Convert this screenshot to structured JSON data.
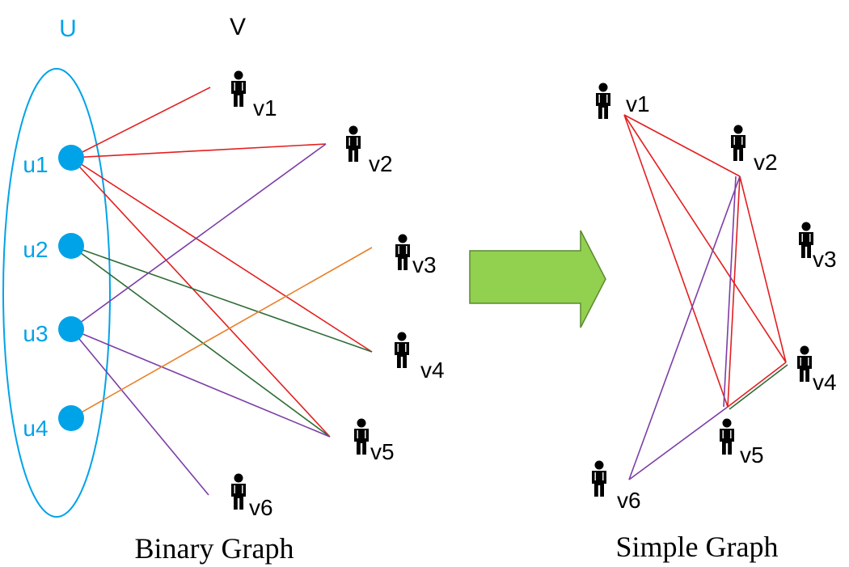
{
  "colors": {
    "u_accent": "#00a3e8",
    "red": "#e31f1f",
    "green": "#2e6b35",
    "purple": "#7b3ea6",
    "orange": "#e8802a",
    "arrow_fill": "#92d050",
    "arrow_stroke": "#5b8a2e"
  },
  "left": {
    "u_header": "U",
    "v_header": "V",
    "caption": "Binary Graph",
    "u_nodes": [
      {
        "id": "u1",
        "label": "u1"
      },
      {
        "id": "u2",
        "label": "u2"
      },
      {
        "id": "u3",
        "label": "u3"
      },
      {
        "id": "u4",
        "label": "u4"
      }
    ],
    "v_nodes": [
      {
        "id": "v1",
        "label": "v1"
      },
      {
        "id": "v2",
        "label": "v2"
      },
      {
        "id": "v3",
        "label": "v3"
      },
      {
        "id": "v4",
        "label": "v4"
      },
      {
        "id": "v5",
        "label": "v5"
      },
      {
        "id": "v6",
        "label": "v6"
      }
    ],
    "edges": [
      {
        "from": "u1",
        "to": "v1",
        "color": "red"
      },
      {
        "from": "u1",
        "to": "v2",
        "color": "red"
      },
      {
        "from": "u1",
        "to": "v4",
        "color": "red"
      },
      {
        "from": "u1",
        "to": "v5",
        "color": "red"
      },
      {
        "from": "u2",
        "to": "v4",
        "color": "green"
      },
      {
        "from": "u2",
        "to": "v5",
        "color": "green"
      },
      {
        "from": "u3",
        "to": "v2",
        "color": "purple"
      },
      {
        "from": "u3",
        "to": "v5",
        "color": "purple"
      },
      {
        "from": "u3",
        "to": "v6",
        "color": "purple"
      },
      {
        "from": "u4",
        "to": "v3",
        "color": "orange"
      }
    ]
  },
  "right": {
    "caption": "Simple Graph",
    "nodes": [
      {
        "id": "v1",
        "label": "v1"
      },
      {
        "id": "v2",
        "label": "v2"
      },
      {
        "id": "v3",
        "label": "v3"
      },
      {
        "id": "v4",
        "label": "v4"
      },
      {
        "id": "v5",
        "label": "v5"
      },
      {
        "id": "v6",
        "label": "v6"
      }
    ],
    "edges": [
      {
        "from": "v1",
        "to": "v2",
        "color": "red"
      },
      {
        "from": "v1",
        "to": "v4",
        "color": "red"
      },
      {
        "from": "v1",
        "to": "v5",
        "color": "red"
      },
      {
        "from": "v2",
        "to": "v4",
        "color": "red"
      },
      {
        "from": "v2",
        "to": "v5",
        "color": "red"
      },
      {
        "from": "v4",
        "to": "v5",
        "color": "red"
      },
      {
        "from": "v2",
        "to": "v5",
        "color": "purple"
      },
      {
        "from": "v2",
        "to": "v6",
        "color": "purple"
      },
      {
        "from": "v5",
        "to": "v6",
        "color": "purple"
      },
      {
        "from": "v4",
        "to": "v5",
        "color": "green"
      }
    ]
  },
  "arrow_icon": "right-arrow-icon",
  "person_icon": "person-icon"
}
